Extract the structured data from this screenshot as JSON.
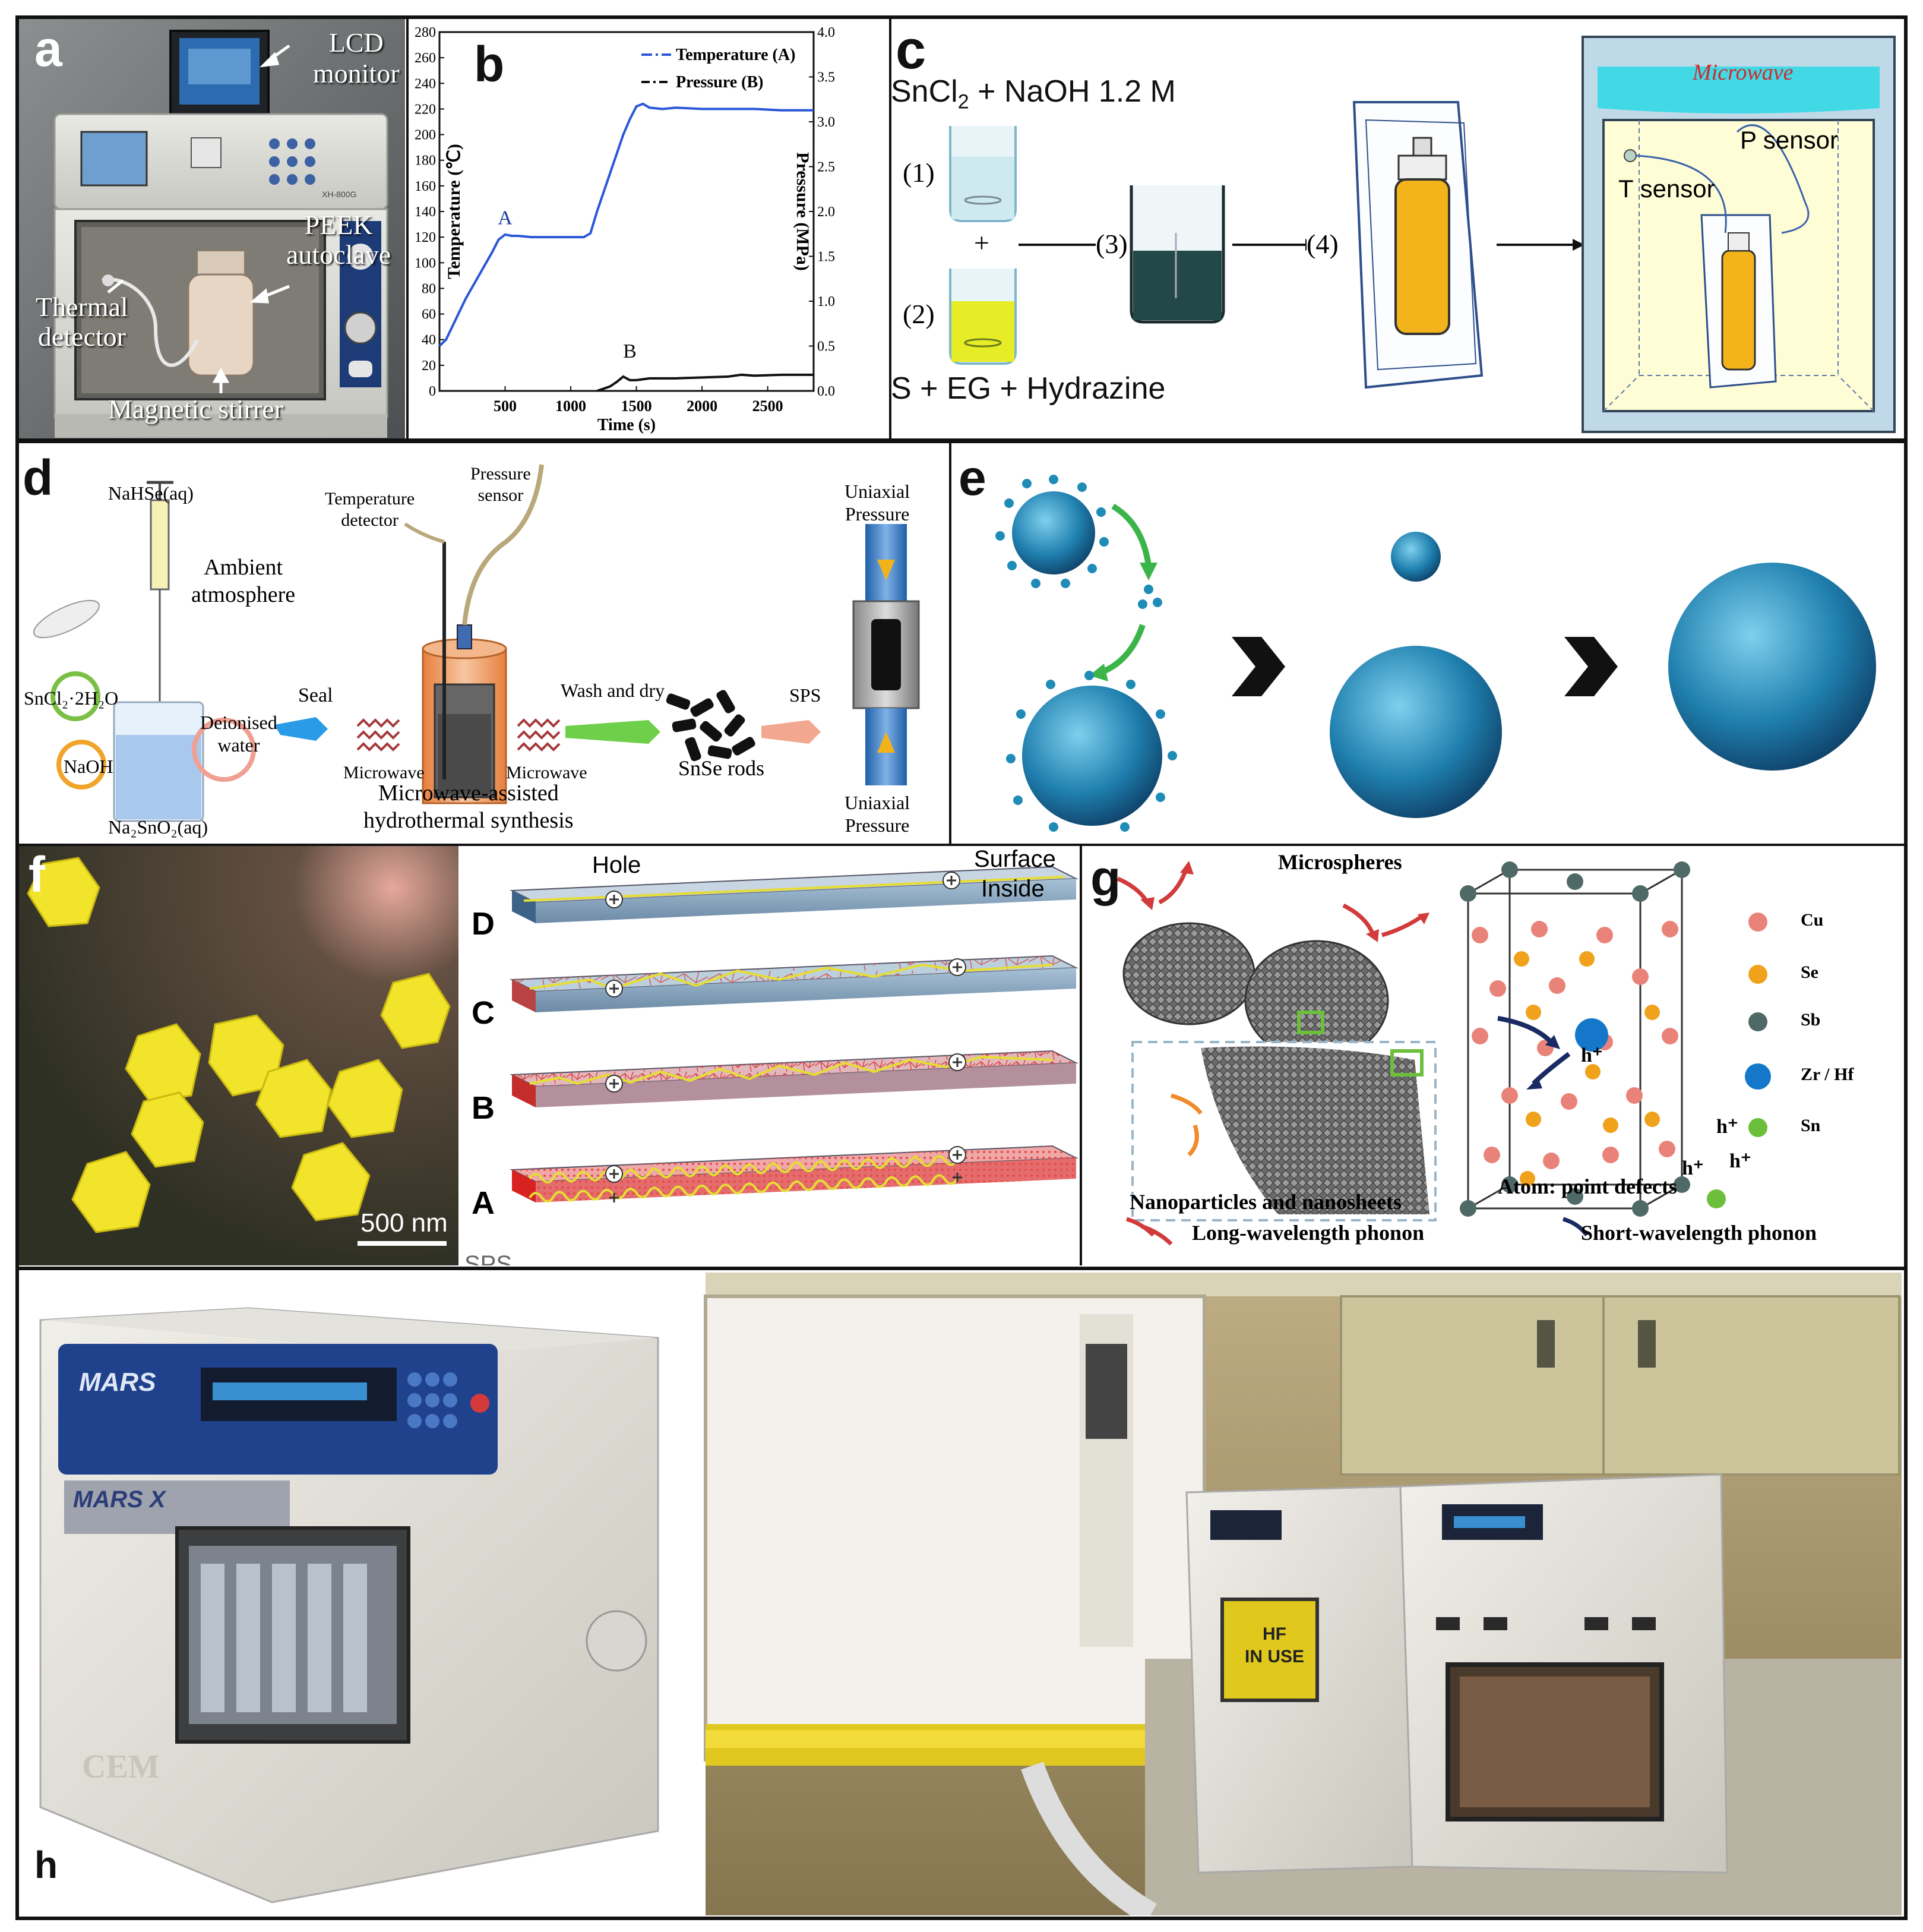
{
  "panels": {
    "a": {
      "label": "a",
      "lcd": "LCD\nmonitor",
      "peek": "PEEK\nautoclave",
      "thermal": "Thermal\ndetector",
      "stirrer": "Magnetic stirrer",
      "device_model": "XH-800G"
    },
    "b": {
      "label": "b"
    },
    "c": {
      "label": "c",
      "top_formula_pre": "SnCl",
      "top_formula_sub": "2",
      "top_formula_post": " + NaOH 1.2 M",
      "step1": "(1)",
      "plus": "+",
      "step2": "(2)",
      "step3": "(3)",
      "step4": "(4)",
      "bottom_formula": "S + EG + Hydrazine",
      "microwave": "Microwave",
      "p_sensor": "P sensor",
      "t_sensor": "T sensor"
    },
    "d": {
      "label": "d",
      "nahse": "NaHSe(aq)",
      "ambient": "Ambient\natmosphere",
      "sncl": "SnCl₂·2H₂O",
      "naoh": "NaOH",
      "deionised": "Deionised\nwater",
      "na2sno2": "Na₂SnO₂(aq)",
      "seal": "Seal",
      "temp_detector": "Temperature\ndetector",
      "pressure_sensor": "Pressure\nsensor",
      "microwave_left": "Microwave",
      "microwave_right": "Microwave",
      "mw_title": "Microwave-assisted\nhydrothermal synthesis",
      "wash": "Wash and dry",
      "rods": "SnSe rods",
      "sps": "SPS",
      "uni_top": "Uniaxial\nPressure",
      "uni_bottom": "Uniaxial\nPressure"
    },
    "e": {
      "label": "e"
    },
    "f": {
      "label": "f",
      "scale": "500 nm",
      "hole": "Hole",
      "surface": "Surface",
      "inside": "Inside",
      "rows": [
        "D",
        "C",
        "B",
        "A"
      ],
      "cut_text": "SPS"
    },
    "g": {
      "label": "g",
      "microspheres": "Microspheres",
      "nano": "Nanoparticles and nanosheets",
      "atom": "Atom: point defects",
      "long": "Long-wavelength phonon",
      "short": "Short-wavelength phonon",
      "hplus": "h⁺",
      "legend": [
        {
          "name": "Cu",
          "color": "#e9837a"
        },
        {
          "name": "Se",
          "color": "#f0a21c"
        },
        {
          "name": "Sb",
          "color": "#4f6a66"
        },
        {
          "name": "Zr / Hf",
          "color": "#1577c9"
        },
        {
          "name": "Sn",
          "color": "#6cbf3a"
        }
      ]
    },
    "h": {
      "label": "h",
      "brand": "MARS",
      "brand_x": "MARS X",
      "cem": "CEM",
      "hf_sign": "HF\nIN USE"
    }
  },
  "chart_data": {
    "type": "line",
    "xlabel": "Time (s)",
    "ylabel": "Temperature (℃)",
    "y2label": "Pressure (MPa)",
    "xlim": [
      0,
      2850
    ],
    "ylim": [
      0,
      280
    ],
    "y2lim": [
      0,
      4.0
    ],
    "xticks": [
      500,
      1000,
      1500,
      2000,
      2500
    ],
    "yticks": [
      0,
      20,
      40,
      60,
      80,
      100,
      120,
      140,
      160,
      180,
      200,
      220,
      240,
      260,
      280
    ],
    "y2ticks": [
      0.0,
      0.5,
      1.0,
      1.5,
      2.0,
      2.5,
      3.0,
      3.5,
      4.0
    ],
    "legend_position": "top-right",
    "series": [
      {
        "name": "Temperature (A)",
        "axis": "left",
        "color": "#2a57d8",
        "x": [
          0,
          50,
          120,
          200,
          300,
          400,
          450,
          500,
          550,
          600,
          700,
          800,
          900,
          1000,
          1100,
          1150,
          1200,
          1300,
          1400,
          1450,
          1500,
          1550,
          1600,
          1700,
          1800,
          2000,
          2200,
          2400,
          2600,
          2850
        ],
        "values": [
          35,
          40,
          55,
          72,
          90,
          108,
          118,
          122,
          121,
          121,
          120,
          120,
          120,
          120,
          120,
          123,
          140,
          170,
          200,
          212,
          222,
          224,
          221,
          220,
          221,
          220,
          220,
          220,
          219,
          219
        ],
        "annotation": "A",
        "annotation_x": 500,
        "annotation_y": 130
      },
      {
        "name": "Pressure (B)",
        "axis": "right",
        "color": "#111111",
        "x": [
          1200,
          1300,
          1350,
          1400,
          1450,
          1500,
          1600,
          1800,
          2000,
          2200,
          2300,
          2400,
          2600,
          2850
        ],
        "values": [
          0.0,
          0.05,
          0.1,
          0.16,
          0.12,
          0.12,
          0.14,
          0.14,
          0.15,
          0.16,
          0.18,
          0.17,
          0.18,
          0.18
        ],
        "annotation": "B",
        "annotation_x": 1450,
        "annotation_y": 26
      }
    ]
  }
}
